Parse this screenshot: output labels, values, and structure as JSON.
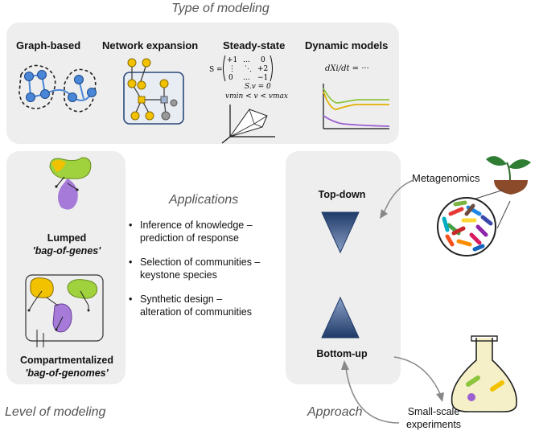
{
  "top_section": {
    "title": "Type of modeling",
    "types": [
      {
        "label": "Graph-based"
      },
      {
        "label": "Network expansion"
      },
      {
        "label": "Steady-state"
      },
      {
        "label": "Dynamic models"
      }
    ],
    "steady_state_math": {
      "line1": "S.v = 0",
      "line2": "vmin < v < vmax"
    },
    "dynamic_math": "dXi/dt = ···"
  },
  "level_section": {
    "title": "Level of modeling",
    "lumped_label": "Lumped",
    "lumped_sub": "'bag-of-genes'",
    "compartment_label": "Compartmentalized",
    "compartment_sub": "'bag-of-genomes'"
  },
  "applications": {
    "title": "Applications",
    "items": [
      {
        "line1": "Inference of knowledge –",
        "line2": "prediction of response"
      },
      {
        "line1": "Selection of communities –",
        "line2": "keystone species"
      },
      {
        "line1": "Synthetic design –",
        "line2": "alteration of communities"
      }
    ]
  },
  "approach_section": {
    "title": "Approach",
    "top_down": "Top-down",
    "bottom_up": "Bottom-up",
    "metagenomics": "Metagenomics",
    "small_scale_line1": "Small-scale",
    "small_scale_line2": "experiments"
  },
  "colors": {
    "panel": "#eeeeee",
    "node_blue": "#4a86d8",
    "node_yellow": "#f2c200",
    "triangle_navy": "#1f3a68",
    "green": "#8cc63f",
    "purple": "#9b5fd1",
    "soil": "#8b4a2a"
  }
}
